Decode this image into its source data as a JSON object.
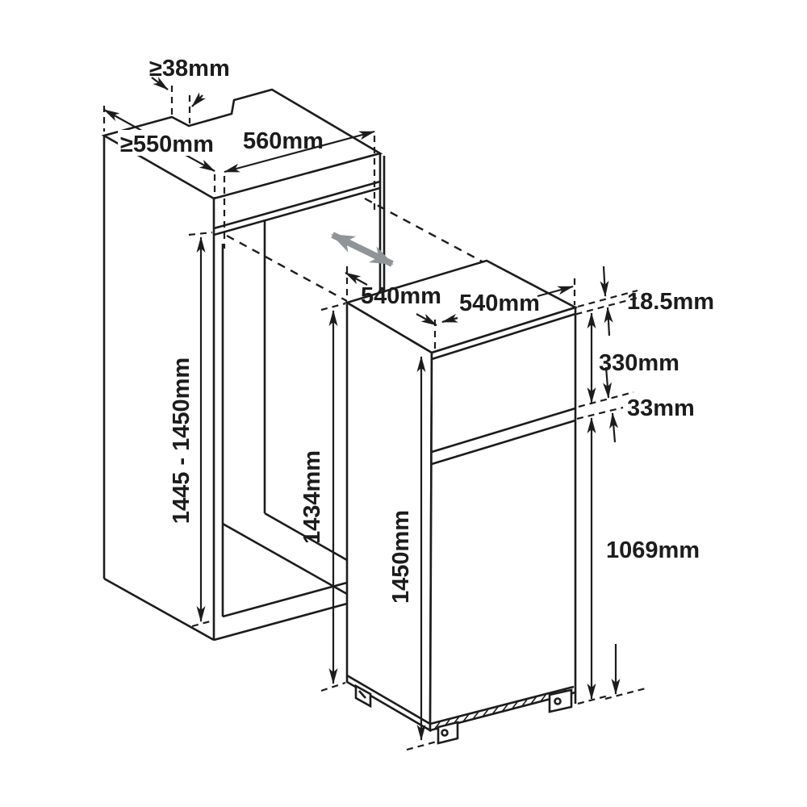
{
  "title": "Built-in fridge freezer installation dimensions diagram",
  "dims": {
    "vent_gap_rear": "≥38mm",
    "niche_depth": "≥550mm",
    "niche_width": "560mm",
    "appliance_depth": "540mm",
    "appliance_width": "540mm",
    "top_clearance": "18.5mm",
    "freezer_door_height": "330mm",
    "door_gap": "33mm",
    "fridge_door_height": "1069mm",
    "niche_height": "1445 - 1450mm",
    "recess_height": "1434mm",
    "appliance_height": "1450mm"
  },
  "colors": {
    "line": "#1c1c1c",
    "slide_arrow": "#8f9496",
    "background": "#ffffff"
  }
}
